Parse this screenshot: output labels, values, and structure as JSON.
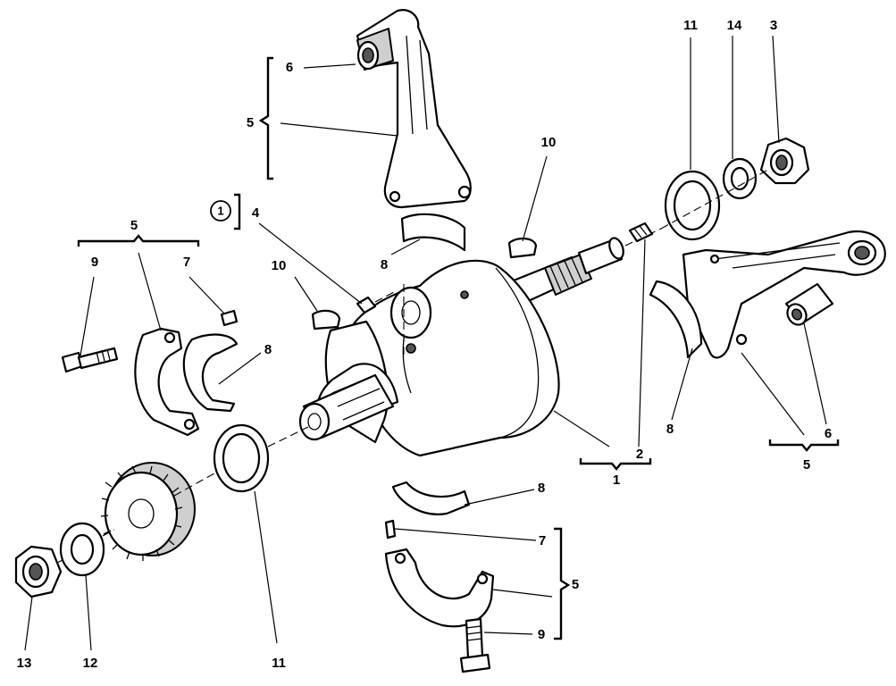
{
  "callouts": {
    "c1": "1",
    "c2": "2",
    "c3": "3",
    "c4": "4",
    "c5a": "5",
    "c5b": "5",
    "c5c": "5",
    "c5d": "5",
    "c6a": "6",
    "c6b": "6",
    "c7a": "7",
    "c7b": "7",
    "c8a": "8",
    "c8b": "8",
    "c8c": "8",
    "c8d": "8",
    "c9a": "9",
    "c9b": "9",
    "c10a": "10",
    "c10b": "10",
    "c11a": "11",
    "c11b": "11",
    "c12": "12",
    "c13": "13",
    "c14": "14",
    "circled": "1"
  }
}
